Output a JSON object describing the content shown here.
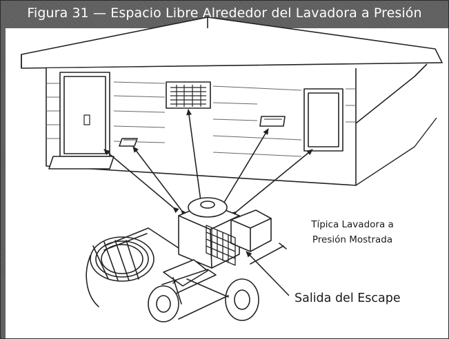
{
  "figure": {
    "title": "Figura 31 — Espacio Libre Alrededor del Lavadora a Presión",
    "machine_caption": {
      "line1": "Típica Lavadora a",
      "line2": "Presión Mostrada"
    },
    "exhaust_label": "Salida del Escape"
  }
}
